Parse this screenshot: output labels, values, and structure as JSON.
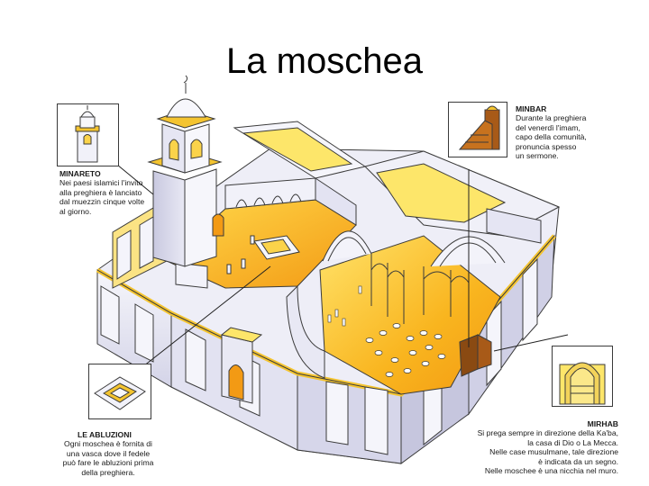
{
  "title": "La moschea",
  "callouts": {
    "minareto": {
      "heading": "MINARETO",
      "lines": [
        "Nei paesi islamici l'invito",
        "alla preghiera è lanciato",
        "dal muezzin cinque volte",
        "al giorno."
      ]
    },
    "minbar": {
      "heading": "MINBAR",
      "lines": [
        "Durante la preghiera",
        "del venerdì l'imam,",
        "capo della comunità,",
        "pronuncia spesso",
        "un sermone."
      ]
    },
    "abluzioni": {
      "heading": "LE ABLUZIONI",
      "lines": [
        "Ogni moschea è fornita di",
        "una vasca dove il fedele",
        "può fare le abluzioni prima",
        "della preghiera."
      ]
    },
    "mirhab": {
      "heading": "MIRHAB",
      "lines": [
        "Si prega sempre in direzione della Ka'ba,",
        "la casa di Dio o La Mecca.",
        "Nelle case musulmane, tale direzione",
        "è indicata da un segno.",
        "Nelle moschee è una nicchia nel muro."
      ]
    }
  },
  "colors": {
    "floor": "#f7b21c",
    "floor_light": "#ffe05a",
    "wall_light": "#f3f3fa",
    "wall_mid": "#d9d9ec",
    "wall_shadow": "#b7b7d2",
    "top_yellow": "#fde66a",
    "outline": "#3b3b3b"
  }
}
